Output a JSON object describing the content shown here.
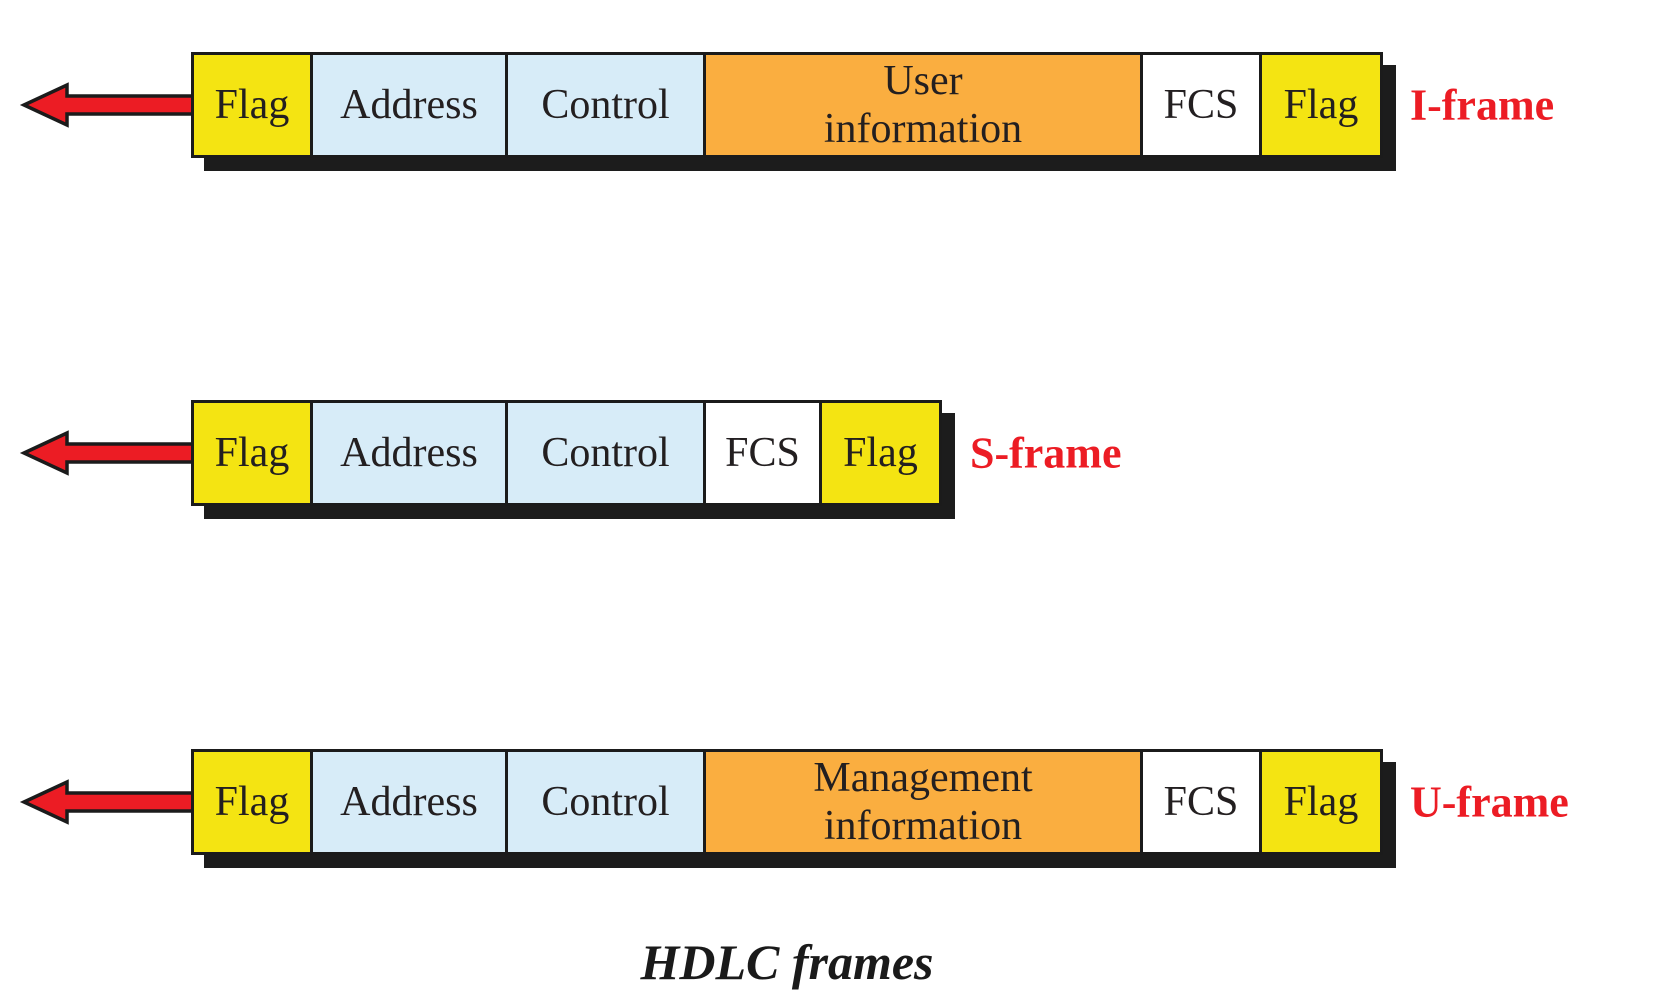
{
  "caption": "HDLC frames",
  "colors": {
    "flag_yellow": "#f4e412",
    "address_control_blue": "#d7ecf8",
    "information_orange": "#faae40",
    "fcs_white": "#ffffff",
    "arrow_red": "#ec1c24",
    "label_red": "#ec1c24",
    "border_black": "#1b1b1b",
    "text_black": "#231f20"
  },
  "icons": {
    "flow_direction": "left-arrow"
  },
  "frames": [
    {
      "label": "I-frame",
      "fields": [
        {
          "name": "flag-start",
          "lines": [
            "Flag"
          ]
        },
        {
          "name": "address",
          "lines": [
            "Address"
          ]
        },
        {
          "name": "control",
          "lines": [
            "Control"
          ]
        },
        {
          "name": "user-information",
          "lines": [
            "User",
            "information"
          ]
        },
        {
          "name": "fcs",
          "lines": [
            "FCS"
          ]
        },
        {
          "name": "flag-end",
          "lines": [
            "Flag"
          ]
        }
      ]
    },
    {
      "label": "S-frame",
      "fields": [
        {
          "name": "flag-start",
          "lines": [
            "Flag"
          ]
        },
        {
          "name": "address",
          "lines": [
            "Address"
          ]
        },
        {
          "name": "control",
          "lines": [
            "Control"
          ]
        },
        {
          "name": "fcs",
          "lines": [
            "FCS"
          ]
        },
        {
          "name": "flag-end",
          "lines": [
            "Flag"
          ]
        }
      ]
    },
    {
      "label": "U-frame",
      "fields": [
        {
          "name": "flag-start",
          "lines": [
            "Flag"
          ]
        },
        {
          "name": "address",
          "lines": [
            "Address"
          ]
        },
        {
          "name": "control",
          "lines": [
            "Control"
          ]
        },
        {
          "name": "management-information",
          "lines": [
            "Management",
            "information"
          ]
        },
        {
          "name": "fcs",
          "lines": [
            "FCS"
          ]
        },
        {
          "name": "flag-end",
          "lines": [
            "Flag"
          ]
        }
      ]
    }
  ]
}
